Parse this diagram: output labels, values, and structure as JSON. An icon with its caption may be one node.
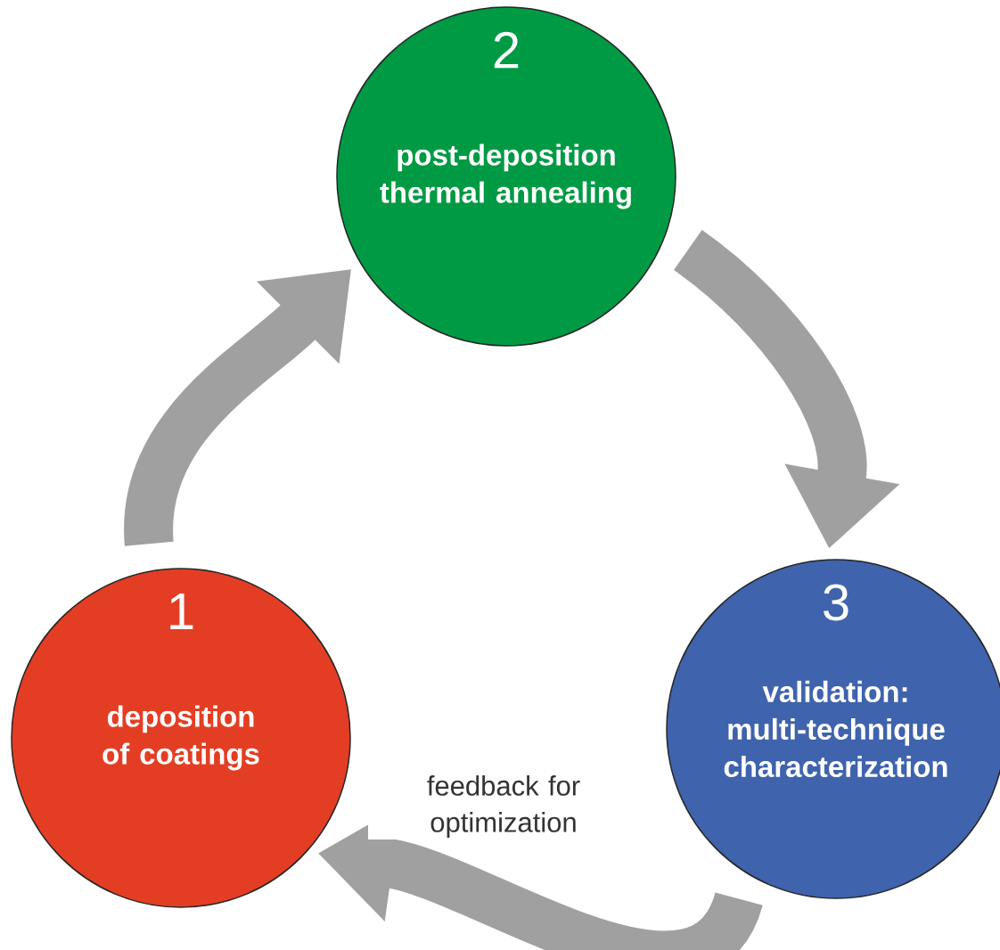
{
  "diagram": {
    "nodes": [
      {
        "text": [
          "1",
          "deposition of coatings"
        ]
      },
      {
        "text": [
          "2",
          "post-deposition thermal annealing"
        ]
      },
      {
        "text": [
          "3",
          "validation: multi-technique characterization"
        ]
      }
    ],
    "edges": [
      {
        "from": 0,
        "to": 1,
        "arrow": "to"
      },
      {
        "from": 1,
        "to": 2,
        "arrow": "to"
      },
      {
        "from": 2,
        "to": 0,
        "arrow": "to",
        "label": "feedback for optimization"
      }
    ]
  }
}
